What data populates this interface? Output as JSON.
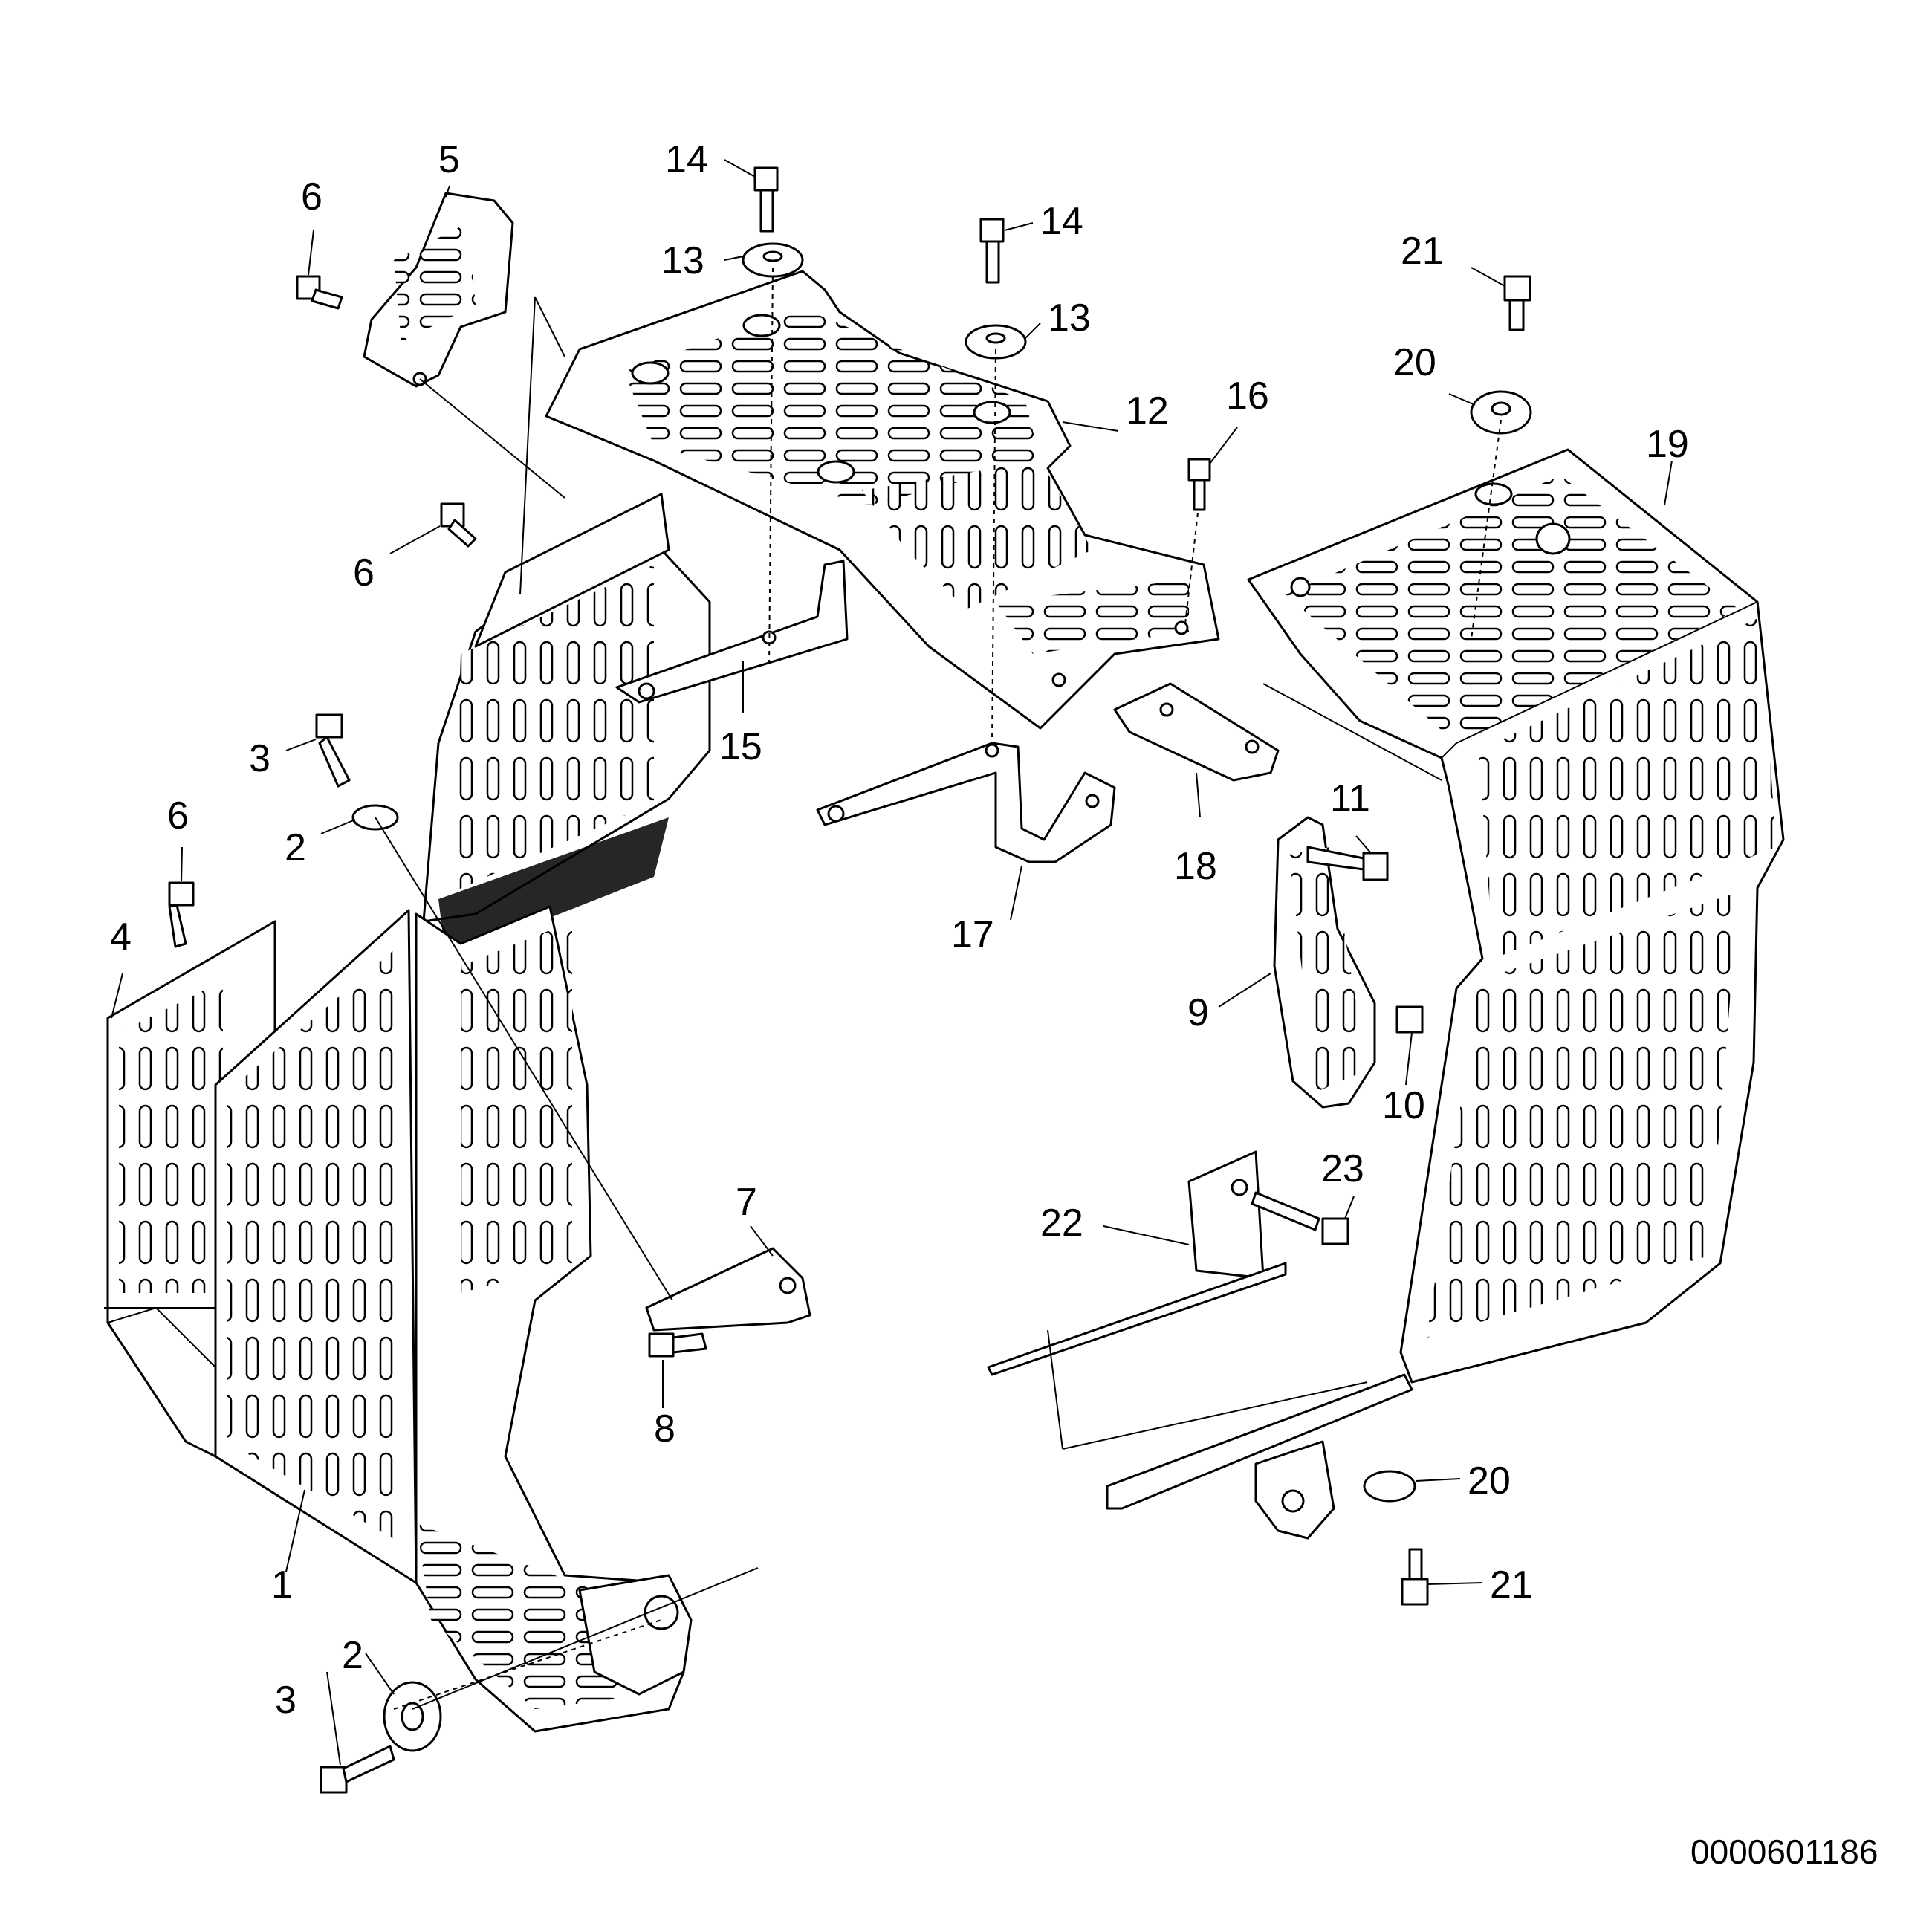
{
  "diagram": {
    "callouts": {
      "c1": "1",
      "c2a": "2",
      "c2b": "2",
      "c3a": "3",
      "c3b": "3",
      "c4": "4",
      "c5": "5",
      "c6a": "6",
      "c6b": "6",
      "c6c": "6",
      "c7": "7",
      "c8": "8",
      "c9": "9",
      "c10": "10",
      "c11": "11",
      "c12": "12",
      "c13a": "13",
      "c13b": "13",
      "c14a": "14",
      "c14b": "14",
      "c15": "15",
      "c16": "16",
      "c17": "17",
      "c18": "18",
      "c19": "19",
      "c20a": "20",
      "c20b": "20",
      "c21a": "21",
      "c21b": "21",
      "c22": "22",
      "c23": "23"
    },
    "drawing_number": "0000601186"
  }
}
